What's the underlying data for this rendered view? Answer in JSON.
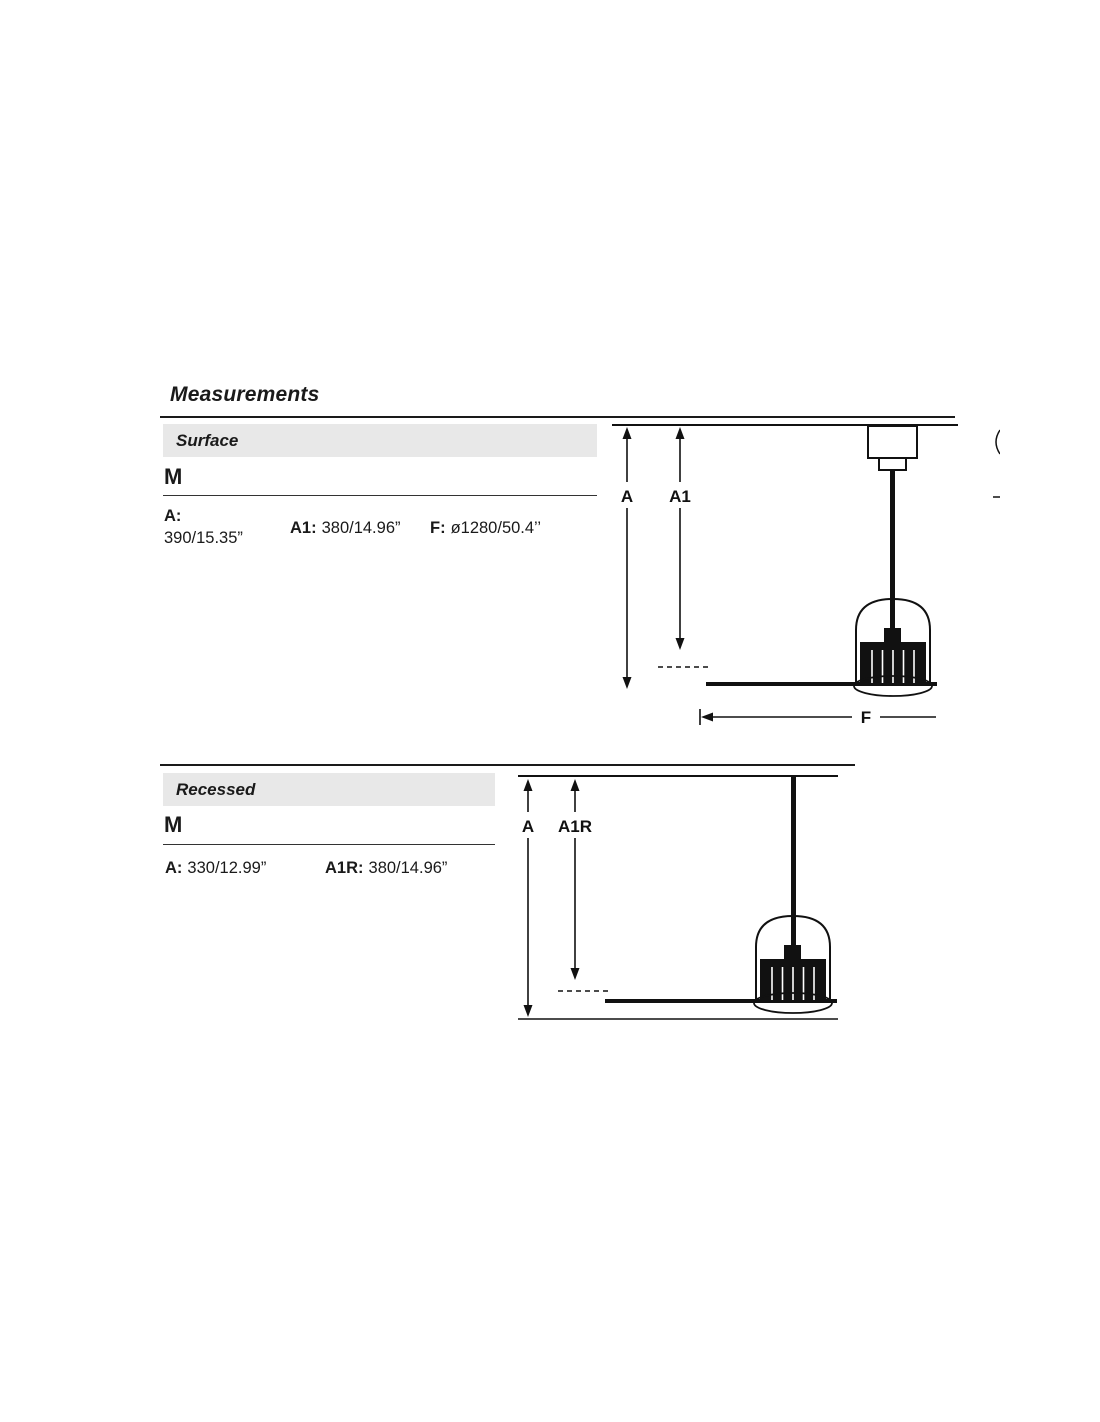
{
  "page": {
    "title": "Measurements"
  },
  "surface": {
    "section_label": "Surface",
    "model": "M",
    "dim_a_label": "A:",
    "dim_a_value": "390/15.35”",
    "dim_a1_label": "A1:",
    "dim_a1_value": "380/14.96”",
    "dim_f_label": "F:",
    "dim_f_value": "ø1280/50.4’’",
    "diagram": {
      "a": "A",
      "a1": "A1",
      "f": "F"
    }
  },
  "recessed": {
    "section_label": "Recessed",
    "model": "M",
    "dim_a_label": "A:",
    "dim_a_value": "330/12.99”",
    "dim_a1r_label": "A1R:",
    "dim_a1r_value": "380/14.96”",
    "diagram": {
      "a": "A",
      "a1r": "A1R"
    }
  }
}
